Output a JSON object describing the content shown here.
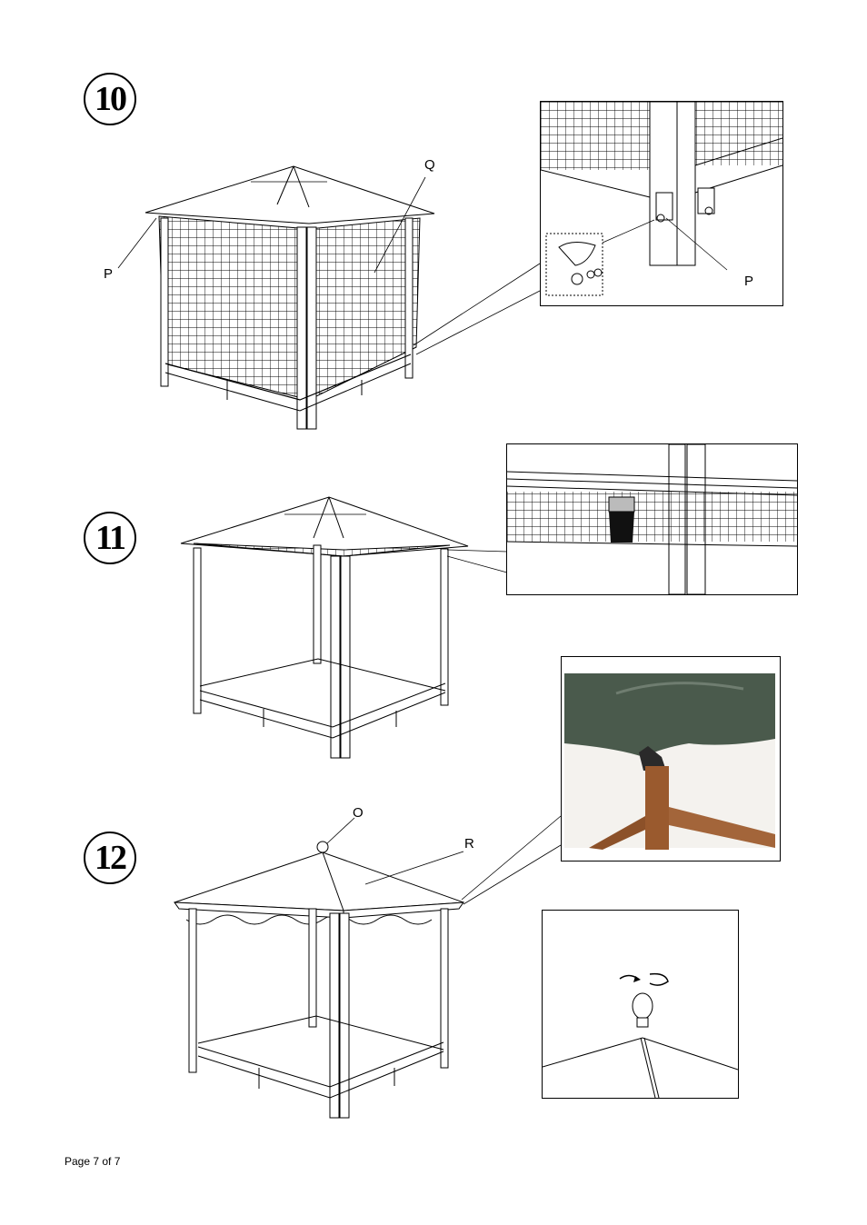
{
  "steps": [
    {
      "number": "10",
      "labels": {
        "p_main": "P",
        "q": "Q",
        "p_detail": "P"
      }
    },
    {
      "number": "11"
    },
    {
      "number": "12",
      "labels": {
        "o": "O",
        "r": "R"
      }
    }
  ],
  "footer": {
    "page": "Page 7 of 7"
  },
  "colors": {
    "line": "#000000",
    "canopy_green": "#4a5a4c",
    "wood": "#9a5a2e",
    "background": "#ffffff"
  }
}
